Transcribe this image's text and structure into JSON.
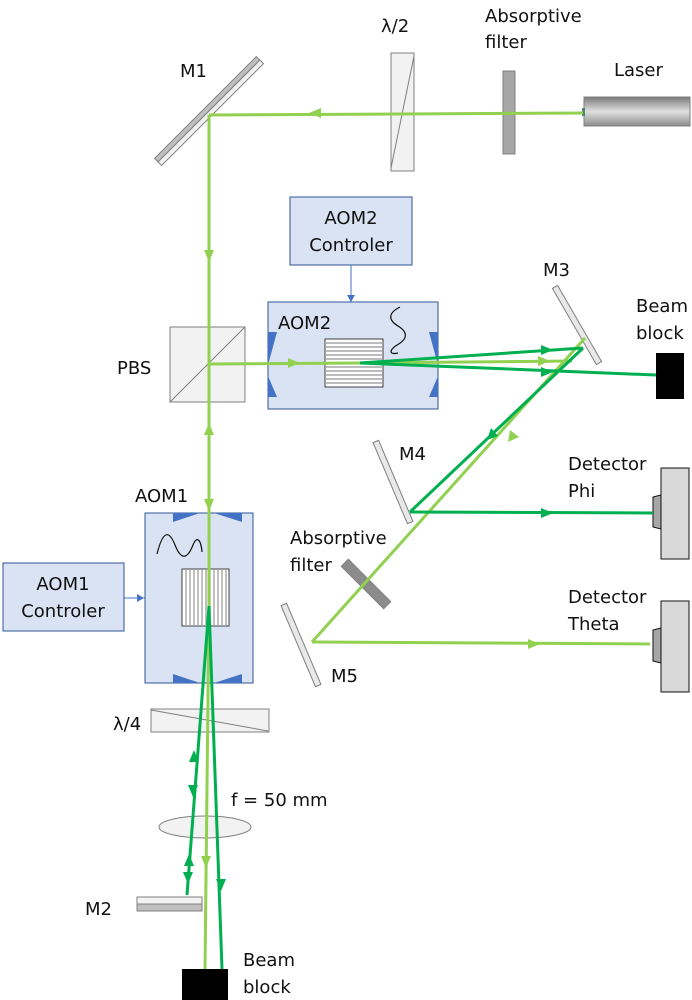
{
  "labels": {
    "m1": "M1",
    "m2": "M2",
    "m3": "M3",
    "m4": "M4",
    "m5": "M5",
    "half_wave": "λ/2",
    "quarter_wave": "λ/4",
    "absorptive_filter_top_1": "Absorptive",
    "absorptive_filter_top_2": "filter",
    "absorptive_filter_mid_1": "Absorptive",
    "absorptive_filter_mid_2": "filter",
    "laser": "Laser",
    "pbs": "PBS",
    "aom1": "AOM1",
    "aom2": "AOM2",
    "aom1_controller_1": "AOM1",
    "aom1_controller_2": "Controler",
    "aom2_controller_1": "AOM2",
    "aom2_controller_2": "Controler",
    "beam_block_top_1": "Beam",
    "beam_block_top_2": "block",
    "beam_block_bottom_1": "Beam",
    "beam_block_bottom_2": "block",
    "detector_phi_1": "Detector",
    "detector_phi_2": "Phi",
    "detector_theta_1": "Detector",
    "detector_theta_2": "Theta",
    "lens_focal": "f = 50 mm"
  },
  "colors": {
    "beam_light": "#92d050",
    "beam_dark": "#00b050",
    "aom_fill": "#dae3f3",
    "aom_border": "#2f5597",
    "aom_wedge": "#4472c4",
    "control_arrow": "#4472c4",
    "beam_block": "#000000",
    "detector_fill": "#d9d9d9",
    "detector_window": "#a6a6a6"
  }
}
